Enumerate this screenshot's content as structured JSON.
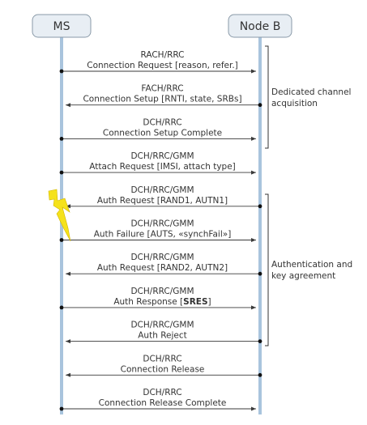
{
  "participants": {
    "ms": "MS",
    "node_b": "Node B"
  },
  "messages": [
    {
      "line1": "RACH/RRC",
      "line2": "Connection Request [reason, refer.]",
      "direction": "ms-to-nodeb"
    },
    {
      "line1": "FACH/RRC",
      "line2": "Connection Setup [RNTI, state, SRBs]",
      "direction": "nodeb-to-ms"
    },
    {
      "line1": "DCH/RRC",
      "line2": "Connection Setup Complete",
      "direction": "ms-to-nodeb"
    },
    {
      "line1": "DCH/RRC/GMM",
      "line2": "Attach Request [IMSI, attach type]",
      "direction": "ms-to-nodeb"
    },
    {
      "line1": "DCH/RRC/GMM",
      "line2": "Auth Request [RAND1, AUTN1]",
      "direction": "nodeb-to-ms"
    },
    {
      "line1": "DCH/RRC/GMM",
      "line2": "Auth Failure [AUTS, «synchFail»]",
      "direction": "ms-to-nodeb"
    },
    {
      "line1": "DCH/RRC/GMM",
      "line2": "Auth Request [RAND2, AUTN2]",
      "direction": "nodeb-to-ms"
    },
    {
      "line1": "DCH/RRC/GMM",
      "line2_pre": "Auth Response [",
      "line2_bold": "SRES",
      "line2_post": "]",
      "direction": "ms-to-nodeb"
    },
    {
      "line1": "DCH/RRC/GMM",
      "line2": "Auth Reject",
      "direction": "nodeb-to-ms"
    },
    {
      "line1": "DCH/RRC",
      "line2": "Connection Release",
      "direction": "nodeb-to-ms"
    },
    {
      "line1": "DCH/RRC",
      "line2": "Connection Release Complete",
      "direction": "ms-to-nodeb"
    }
  ],
  "phases": [
    {
      "line1": "Dedicated channel",
      "line2": "acquisition"
    },
    {
      "line1": "Authentication and",
      "line2": "key agreement"
    }
  ],
  "icons": {
    "failure": "lightning-bolt-icon"
  },
  "colors": {
    "lifeline": "#a9c4dd",
    "node_box": "#e8eef4",
    "bolt": "#f5e21b"
  }
}
